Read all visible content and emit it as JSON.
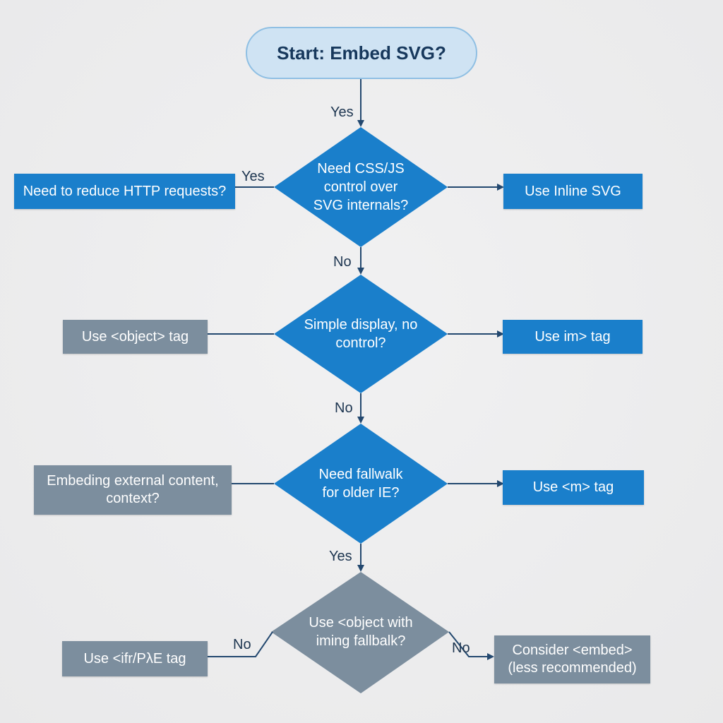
{
  "start": {
    "label": "Start: Embed SVG?"
  },
  "decisions": [
    {
      "id": "css-js-control",
      "label": "Need CSS/JS\ncontrol over\nSVG internals?"
    },
    {
      "id": "simple-display",
      "label": "Simple display, no\ncontrol?"
    },
    {
      "id": "fallback-ie",
      "label": "Need fallwalk\nfor older IE?"
    },
    {
      "id": "object-img-fallback",
      "label": "Use <object with\niming fallbalk?"
    }
  ],
  "outcomes": {
    "reduce_http": "Need to reduce HTTP requests?",
    "inline_svg": "Use Inline SVG",
    "object_tag": "Use <object> tag",
    "img_tag": "Use im> tag",
    "external_content": "Embeding external content,\ncontext?",
    "m_tag": "Use <m> tag",
    "iframe_tag": "Use <ifr/PλE tag",
    "consider_embed": "Consider <embed>\n(less recommended)"
  },
  "edge_labels": {
    "start_yes": "Yes",
    "left_yes": "Yes",
    "no_1": "No",
    "no_2": "No",
    "yes_3": "Yes",
    "left_no": "No",
    "right_no": "No"
  },
  "colors": {
    "background": "#ececed",
    "start_fill": "#cfe3f3",
    "start_border": "#8fbfe3",
    "decision_blue": "#1a7fcb",
    "decision_gray": "#7c8e9e",
    "outcome_blue": "#1a7fcb",
    "outcome_gray": "#7c8e9e",
    "connector": "#23486f"
  }
}
